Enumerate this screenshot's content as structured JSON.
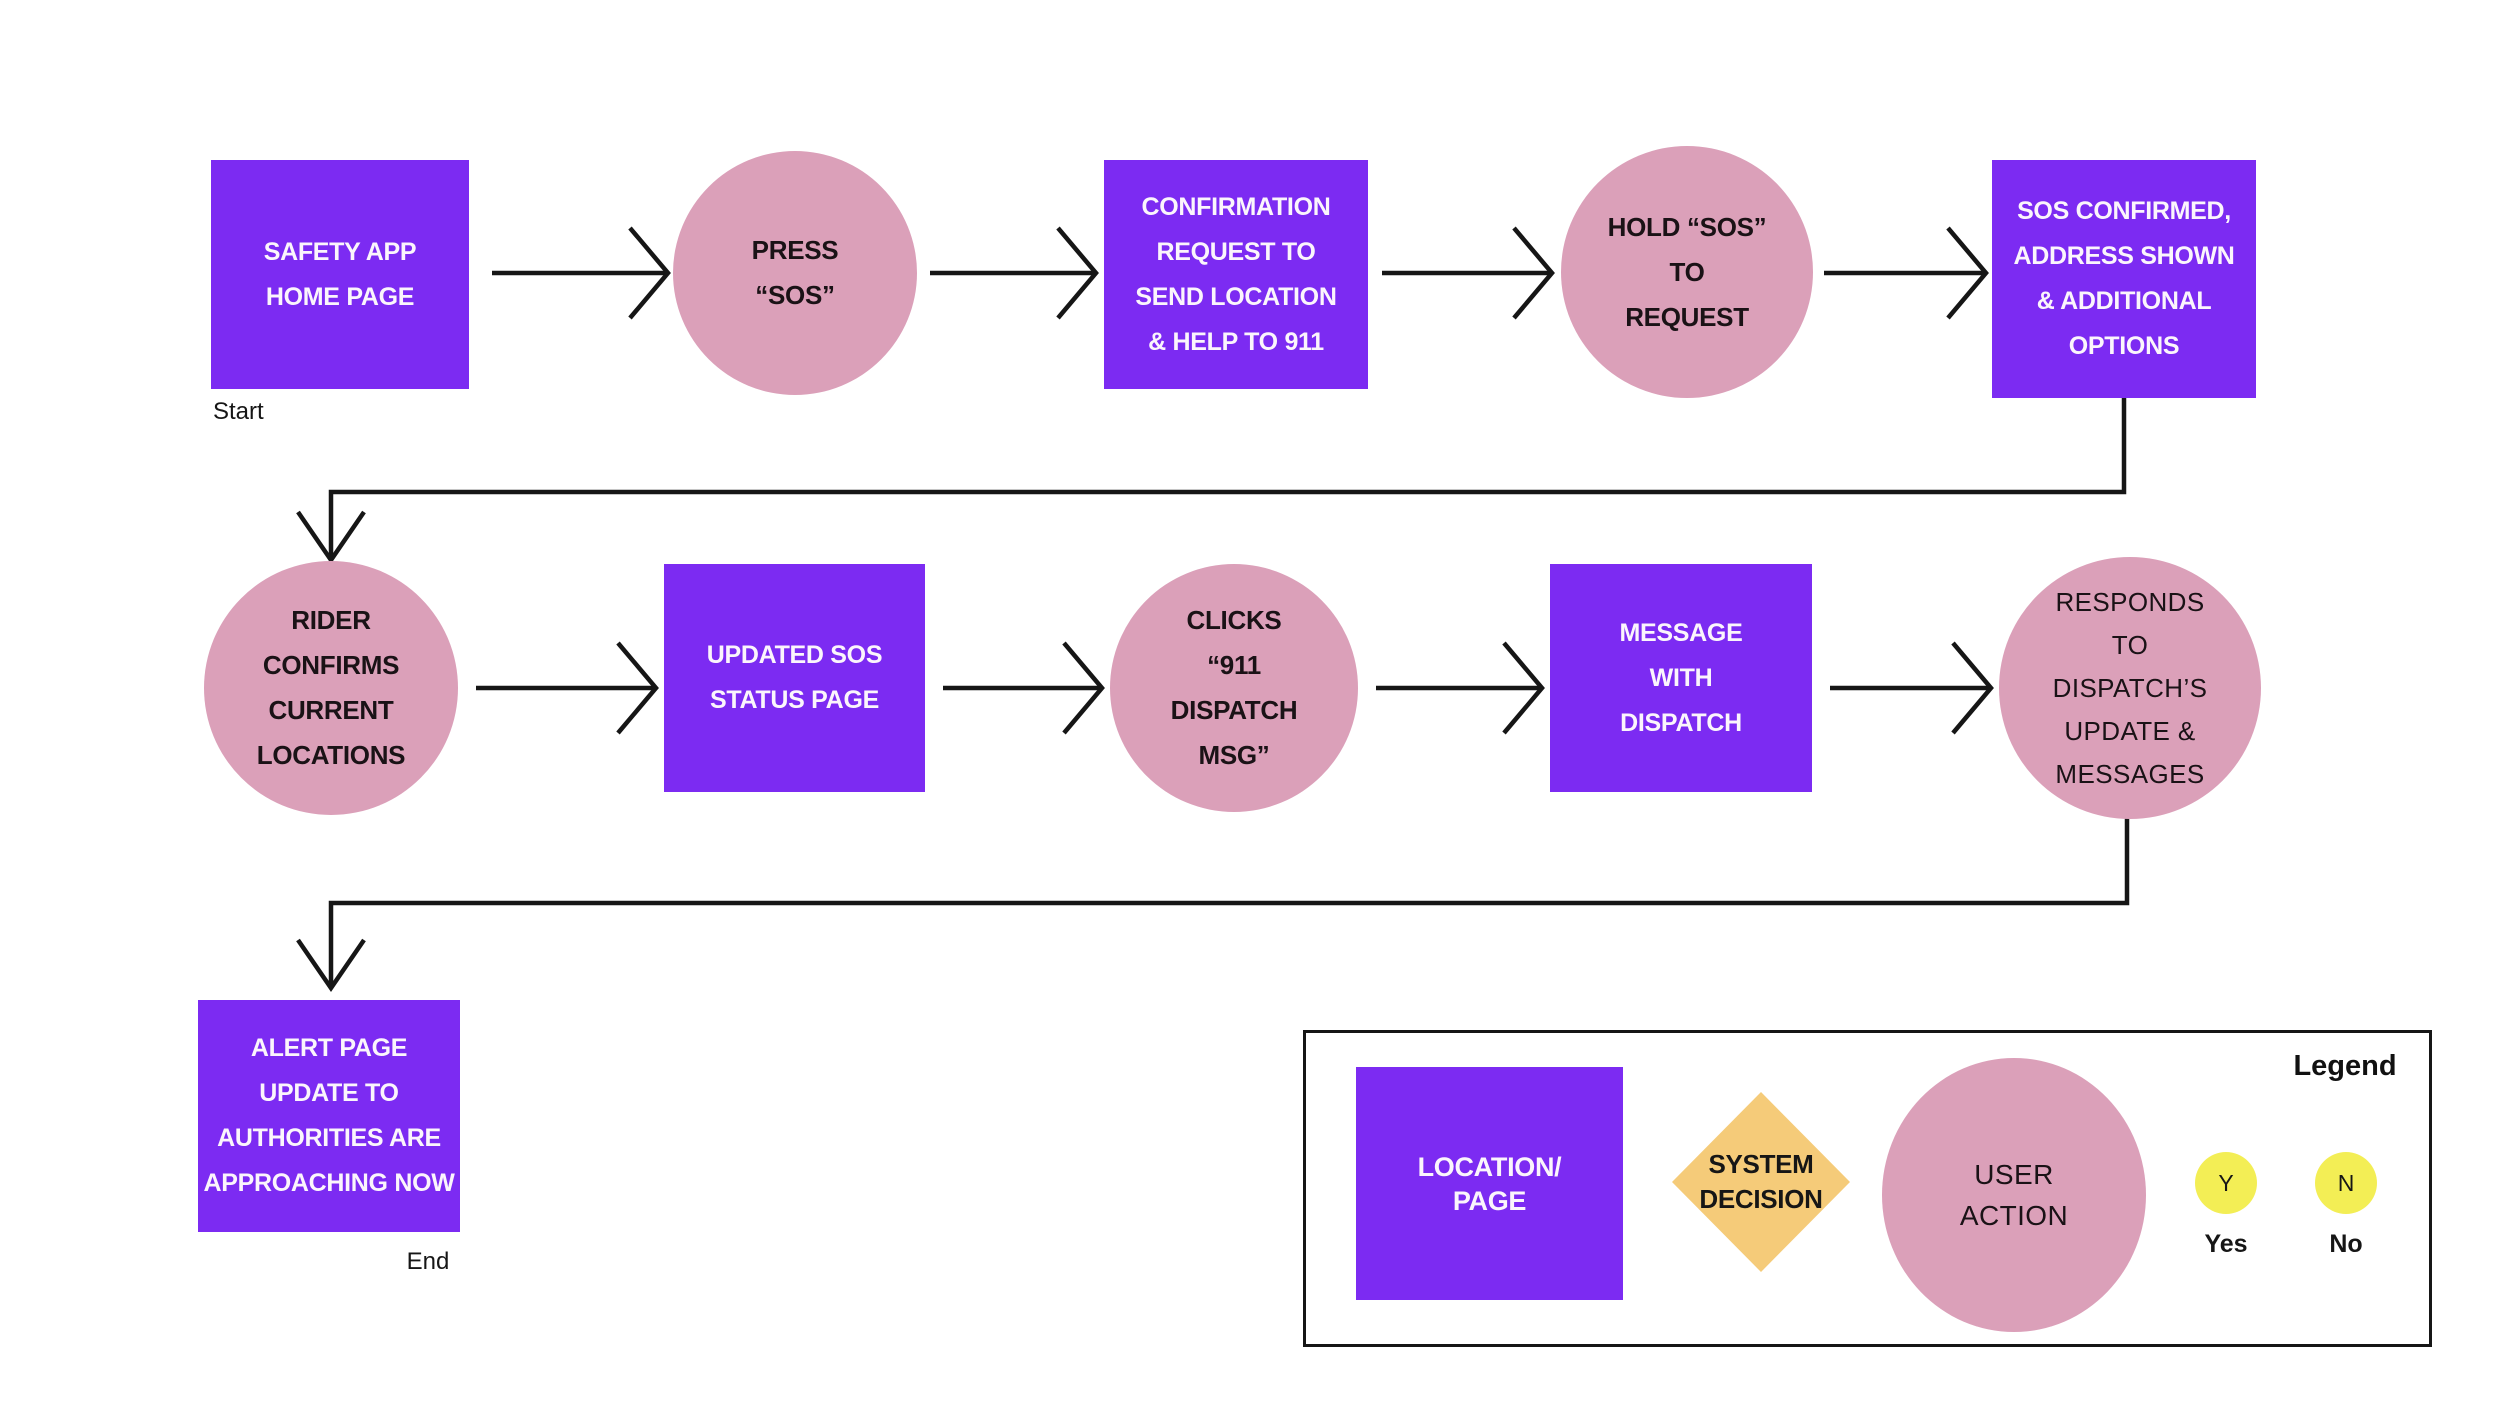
{
  "flow": {
    "start_label": "Start",
    "end_label": "End",
    "nodes": [
      {
        "name": "safety-app-home-page",
        "type": "location-page",
        "label": "SAFETY APP\nHOME PAGE"
      },
      {
        "name": "press-sos",
        "type": "user-action",
        "label": "PRESS\n“SOS”"
      },
      {
        "name": "confirmation-request-911",
        "type": "location-page",
        "label": "CONFIRMATION\nREQUEST TO\nSEND LOCATION\n& HELP TO 911"
      },
      {
        "name": "hold-sos-to-request",
        "type": "user-action",
        "label": "HOLD “SOS”\nTO\nREQUEST"
      },
      {
        "name": "sos-confirmed-options",
        "type": "location-page",
        "label": "SOS CONFIRMED,\nADDRESS SHOWN\n& ADDITIONAL\nOPTIONS"
      },
      {
        "name": "rider-confirms-locations",
        "type": "user-action",
        "label": "RIDER\nCONFIRMS\nCURRENT\nLOCATIONS"
      },
      {
        "name": "updated-sos-status-page",
        "type": "location-page",
        "label": "UPDATED SOS\nSTATUS PAGE"
      },
      {
        "name": "clicks-911-dispatch-msg",
        "type": "user-action",
        "label": "CLICKS\n“911\nDISPATCH\nMSG”"
      },
      {
        "name": "message-with-dispatch",
        "type": "location-page",
        "label": "MESSAGE\nWITH\nDISPATCH"
      },
      {
        "name": "responds-to-dispatch",
        "type": "user-action",
        "label": "RESPONDS\nTO\nDISPATCH’S\nUPDATE &\nMESSAGES"
      },
      {
        "name": "alert-page-update",
        "type": "location-page",
        "label": "ALERT PAGE\nUPDATE TO\nAUTHORITIES ARE\nAPPROACHING NOW"
      }
    ]
  },
  "legend": {
    "title": "Legend",
    "location_page_label": "LOCATION/\nPAGE",
    "system_decision_label": "SYSTEM\nDECISION",
    "user_action_label": "USER\nACTION",
    "yes_short": "Y",
    "no_short": "N",
    "yes_label": "Yes",
    "no_label": "No"
  },
  "colors": {
    "location_page_fill": "#7C2BF2",
    "user_action_fill": "#DBA0B9",
    "system_decision_fill": "#F5CB79",
    "yes_no_fill": "#F3EE55",
    "connector": "#161616",
    "text_on_purple": "#FBF5FC",
    "text_dark": "#161616",
    "background": "#FFFFFF"
  }
}
